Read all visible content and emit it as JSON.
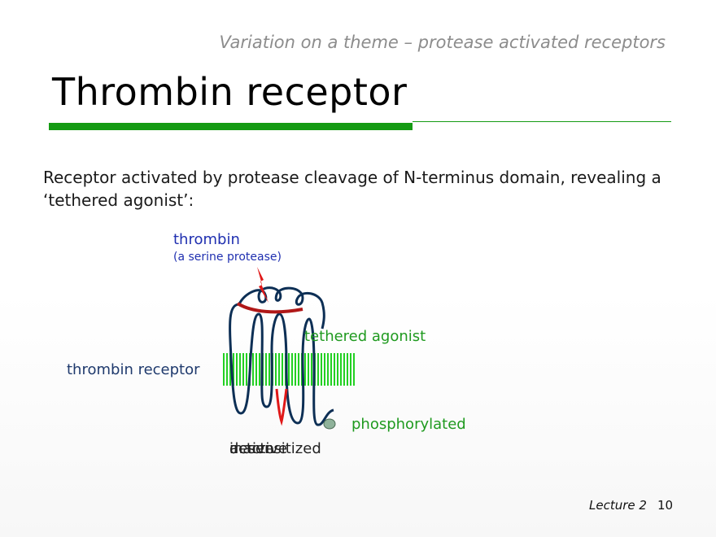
{
  "slide": {
    "subtitle": "Variation on a theme – protease activated receptors",
    "title": "Thrombin receptor",
    "body": "Receptor activated by protease cleavage of N-terminus domain, revealing a ‘tethered agonist’:",
    "page_number": "10",
    "lecture_label": "Lecture 2"
  },
  "diagram": {
    "protease_label": "thrombin",
    "protease_sublabel": "(a serine protease)",
    "agonist_label": "tethered agonist",
    "receptor_label": "thrombin receptor",
    "phosphorylation_label": "phosphorylated",
    "states": [
      "inactive",
      "active",
      "desensitized"
    ],
    "colors": {
      "membrane": "#22d022",
      "receptor_chain": "#0d2f55",
      "agonist_segment": "#b01818",
      "cleavage_bolt": "#e01818",
      "phosphate": "#8fb29a",
      "accent_rule": "#159b14"
    }
  }
}
